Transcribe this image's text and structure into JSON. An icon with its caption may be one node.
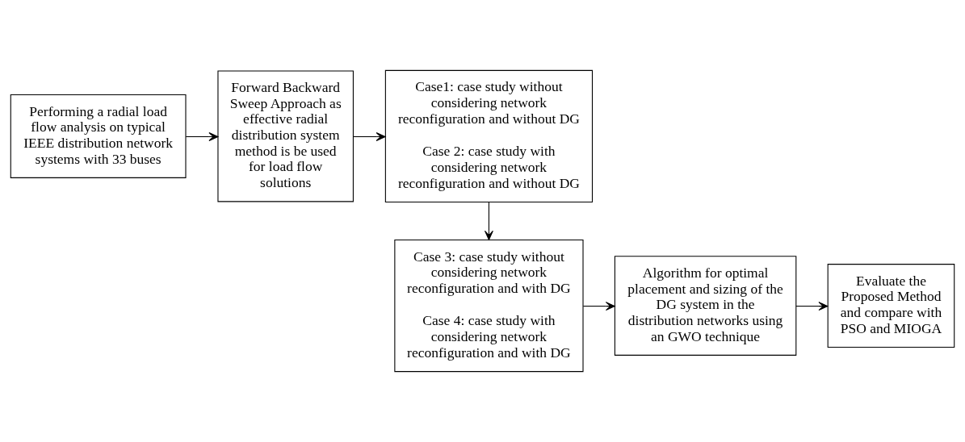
{
  "diagram": {
    "nodes": [
      {
        "text": [
          "Performing a radial load flow analysis on typical IEEE distribution network systems with 33 buses"
        ]
      },
      {
        "text": [
          "Forward Backward Sweep Approach as effective radial distribution system method is be used for load flow solutions"
        ]
      },
      {
        "text": [
          "Case1: case study without considering network reconfiguration and without DG",
          "Case 2: case study with considering network reconfiguration and without DG"
        ]
      },
      {
        "text": [
          "Case 3: case study without considering network reconfiguration and with DG",
          "Case 4: case study with considering network reconfiguration and with DG"
        ]
      },
      {
        "text": [
          "Algorithm for optimal placement and sizing of the DG system in the distribution networks using an GWO technique"
        ]
      },
      {
        "text": [
          "Evaluate the Proposed Method and compare with PSO and MIOGA"
        ]
      }
    ],
    "edges": [
      {
        "from": 0,
        "to": 1,
        "arrow": "to"
      },
      {
        "from": 1,
        "to": 2,
        "arrow": "to"
      },
      {
        "from": 2,
        "to": 3,
        "arrow": "to"
      },
      {
        "from": 3,
        "to": 4,
        "arrow": "to"
      },
      {
        "from": 4,
        "to": 5,
        "arrow": "to"
      }
    ]
  }
}
